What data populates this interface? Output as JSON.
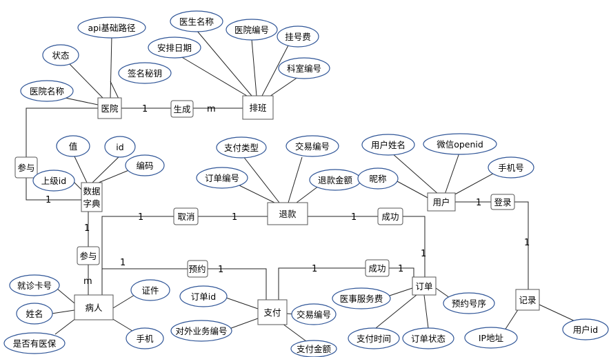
{
  "entities": {
    "hospital": "医院",
    "schedule": "排班",
    "dict": [
      "数据",
      "字典"
    ],
    "refund": "退款",
    "user": "用户",
    "patient": "病人",
    "payment": "支付",
    "order": "订单",
    "record": "记录"
  },
  "relations": {
    "generate": "生成",
    "participate1": "参与",
    "participate2": "参与",
    "cancel": "取消",
    "success1": "成功",
    "success2": "成功",
    "login": "登录",
    "book": "预约"
  },
  "attributes": {
    "hospital": {
      "api_path": "api基础路径",
      "status": "状态",
      "sign_key": "签名秘钥",
      "name": "医院名称"
    },
    "schedule": {
      "doctor_name": "医生名称",
      "hospital_no": "医院编号",
      "fee": "挂号费",
      "date": "安排日期",
      "dept_no": "科室编号"
    },
    "dict": {
      "value": "值",
      "id": "id",
      "code": "编码",
      "parent_id": "上级id"
    },
    "refund": {
      "pay_type": "支付类型",
      "trade_no": "交易编号",
      "order_no": "订单编号",
      "amount": "退款金额"
    },
    "user": {
      "name": "用户姓名",
      "openid": "微信openid",
      "nickname": "昵称",
      "phone": "手机号"
    },
    "patient": {
      "card_no": "就诊卡号",
      "name": "姓名",
      "insurance": "是否有医保",
      "cert": "证件",
      "phone": "手机"
    },
    "payment": {
      "order_id": "订单id",
      "biz_no": "对外业务编号",
      "trade_no": "交易编号",
      "amount": "支付金额"
    },
    "order": {
      "service_fee": "医事服务费",
      "seq_no": "预约号序",
      "pay_time": "支付时间",
      "status": "订单状态"
    },
    "record": {
      "ip": "IP地址",
      "user_id": "用户id"
    }
  },
  "cardinalities": {
    "hosp_gen": "1",
    "gen_sched": "m",
    "hosp_dict": "1",
    "dict_patient": "1",
    "patient_part": "m",
    "cancel_left": "1",
    "cancel_right": "1",
    "refund_success": "1",
    "success_order": "1",
    "patient_book": "1",
    "book_pay": "1",
    "pay_success": "1",
    "success2_order": "1",
    "user_login": "1",
    "login_record": "1"
  }
}
